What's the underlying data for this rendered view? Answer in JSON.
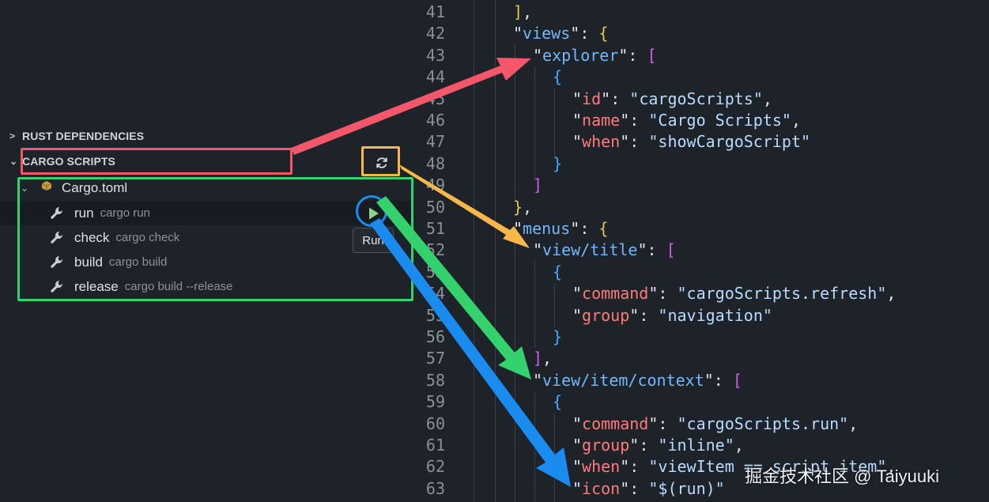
{
  "sidebar": {
    "sections": [
      {
        "label": "RUST DEPENDENCIES",
        "chevron": ">"
      },
      {
        "label": "CARGO SCRIPTS",
        "chevron": "⌄"
      }
    ],
    "refresh_icon": "refresh-icon",
    "package": {
      "label": "Cargo.toml",
      "chevron": "⌄"
    },
    "scripts": [
      {
        "name": "run",
        "command": "cargo run"
      },
      {
        "name": "check",
        "command": "cargo check"
      },
      {
        "name": "build",
        "command": "cargo build"
      },
      {
        "name": "release",
        "command": "cargo build --release"
      }
    ],
    "run_icon": "play-icon",
    "tooltip": "Run"
  },
  "editor": {
    "lines": [
      {
        "n": "41",
        "text": "],"
      },
      {
        "n": "42",
        "text": "\"views\": {"
      },
      {
        "n": "43",
        "text": "\"explorer\": ["
      },
      {
        "n": "44",
        "text": "{"
      },
      {
        "n": "45",
        "text": "\"id\": \"cargoScripts\","
      },
      {
        "n": "46",
        "text": "\"name\": \"Cargo Scripts\","
      },
      {
        "n": "47",
        "text": "\"when\": \"showCargoScript\""
      },
      {
        "n": "48",
        "text": "}"
      },
      {
        "n": "49",
        "text": "]"
      },
      {
        "n": "50",
        "text": "},"
      },
      {
        "n": "51",
        "text": "\"menus\": {"
      },
      {
        "n": "52",
        "text": "\"view/title\": ["
      },
      {
        "n": "53",
        "text": "{"
      },
      {
        "n": "54",
        "text": "\"command\": \"cargoScripts.refresh\","
      },
      {
        "n": "55",
        "text": "\"group\": \"navigation\""
      },
      {
        "n": "56",
        "text": "}"
      },
      {
        "n": "57",
        "text": "],"
      },
      {
        "n": "58",
        "text": "\"view/item/context\": ["
      },
      {
        "n": "59",
        "text": "{"
      },
      {
        "n": "60",
        "text": "\"command\": \"cargoScripts.run\","
      },
      {
        "n": "61",
        "text": "\"group\": \"inline\","
      },
      {
        "n": "62",
        "text": "\"when\": \"viewItem == script item\","
      },
      {
        "n": "63",
        "text": "\"icon\": \"$(run)\""
      }
    ]
  },
  "watermark": "掘金技术社区 @ Taiyuuki",
  "colors": {
    "annotation_red": "#f4566a",
    "annotation_orange": "#f8b849",
    "annotation_green": "#34d26c",
    "annotation_blue": "#1a8bef"
  }
}
